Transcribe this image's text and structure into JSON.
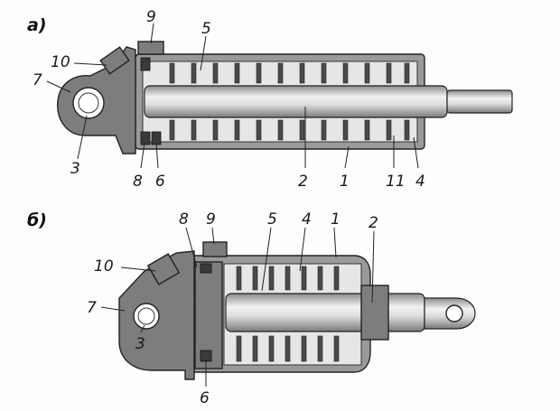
{
  "figure_a": {
    "panel_label": "а)",
    "callouts": {
      "c1": "1",
      "c2": "2",
      "c3": "3",
      "c4": "4",
      "c5": "5",
      "c6": "6",
      "c7": "7",
      "c8": "8",
      "c9": "9",
      "c10": "10",
      "c11": "11"
    }
  },
  "figure_b": {
    "panel_label": "б)",
    "callouts": {
      "c1": "1",
      "c2": "2",
      "c3": "3",
      "c4": "4",
      "c5": "5",
      "c6": "6",
      "c7": "7",
      "c8": "8",
      "c9": "9",
      "c10": "10"
    }
  }
}
